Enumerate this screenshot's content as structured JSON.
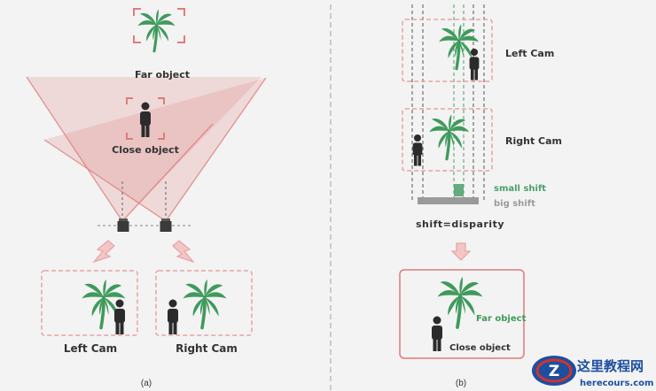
{
  "colors": {
    "background": "#f3f3f3",
    "beam": "#e07b7b",
    "box_dash": "#e8a3a3",
    "tree": "#3f9a5c",
    "person": "#2b2b2b",
    "small_shift": "#4a9f6a",
    "big_shift": "#9a9a9a",
    "arrow_fill": "#f4c5c5"
  },
  "icons": [
    "palm-tree-icon",
    "person-icon",
    "camera-icon",
    "down-arrow-icon"
  ],
  "panel_a": {
    "far_object_label": "Far object",
    "close_object_label": "Close object",
    "left_cam_label": "Left Cam",
    "right_cam_label": "Right Cam",
    "caption": "(a)"
  },
  "panel_b": {
    "left_cam_label": "Left Cam",
    "right_cam_label": "Right Cam",
    "small_shift_label": "small shift",
    "big_shift_label": "big shift",
    "formula": "shift=disparity",
    "far_object_label": "Far object",
    "close_object_label": "Close object",
    "caption": "(b)"
  },
  "watermark": {
    "title": "这里教程网",
    "url": "herecours.com"
  }
}
